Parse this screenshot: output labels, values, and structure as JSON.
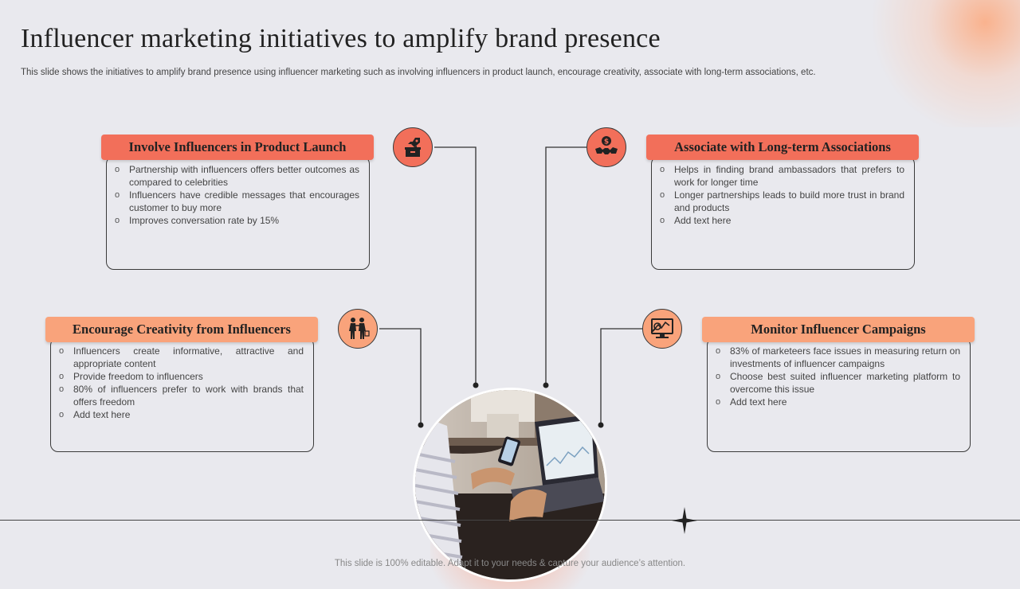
{
  "title": "Influencer marketing initiatives to amplify brand presence",
  "subtitle": "This slide shows the initiatives to amplify brand presence using influencer marketing such as involving influencers in product launch, encourage creativity, associate with long-term associations, etc.",
  "footer": "This slide is 100% editable. Adapt it to your needs & capture your audience’s attention.",
  "colors": {
    "accent_red": "#f26f5a",
    "accent_peach": "#f9a37b",
    "background": "#e9e9ee"
  },
  "cards": [
    {
      "heading": "Involve Influencers in Product Launch",
      "icon": "rocket-box-icon",
      "bullets": [
        "Partnership with influencers offers better outcomes as compared to celebrities",
        "Influencers have credible messages that encourages customer to buy more",
        "Improves conversation rate by 15%"
      ]
    },
    {
      "heading": "Associate with Long-term Associations",
      "icon": "handshake-dollar-icon",
      "bullets": [
        "Helps in finding brand ambassadors that prefers to work for longer time",
        "Longer partnerships leads to build more trust in brand and products",
        "Add text here"
      ]
    },
    {
      "heading": "Encourage Creativity from Influencers",
      "icon": "people-icon",
      "bullets": [
        "Influencers create informative, attractive and appropriate content",
        "Provide freedom to influencers",
        "80% of influencers prefer to work with brands that offers freedom",
        "Add text here"
      ]
    },
    {
      "heading": "Monitor Influencer Campaigns",
      "icon": "monitor-analytics-icon",
      "bullets": [
        "83% of marketeers face issues in measuring return on investments of influencer campaigns",
        "Choose best suited influencer marketing platform to overcome this issue",
        "Add text here"
      ]
    }
  ]
}
